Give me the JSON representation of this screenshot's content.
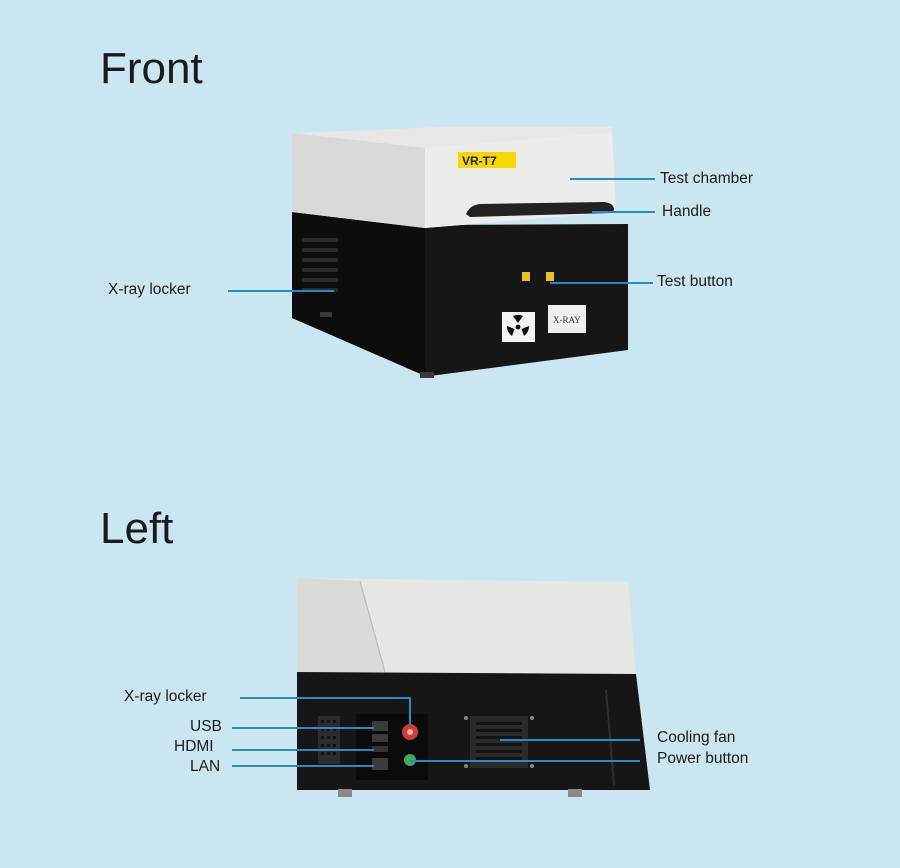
{
  "sections": {
    "front": {
      "title": "Front",
      "model_badge": "VR-T7",
      "xray_sticker": "X-RAY",
      "labels": {
        "test_chamber": "Test chamber",
        "handle": "Handle",
        "test_button": "Test button",
        "xray_locker": "X-ray locker"
      }
    },
    "left": {
      "title": "Left",
      "labels": {
        "xray_locker": "X-ray locker",
        "usb": "USB",
        "hdmi": "HDMI",
        "lan": "LAN",
        "cooling_fan": "Cooling fan",
        "power_button": "Power button"
      }
    }
  },
  "colors": {
    "background": "#c9e6f1",
    "leader_line": "#2a8ac4",
    "chamber": "#e6e6e4",
    "body": "#141414",
    "badge": "#f5d800",
    "power_button": "#3fae5a",
    "locker_key": "#d23b3b"
  }
}
